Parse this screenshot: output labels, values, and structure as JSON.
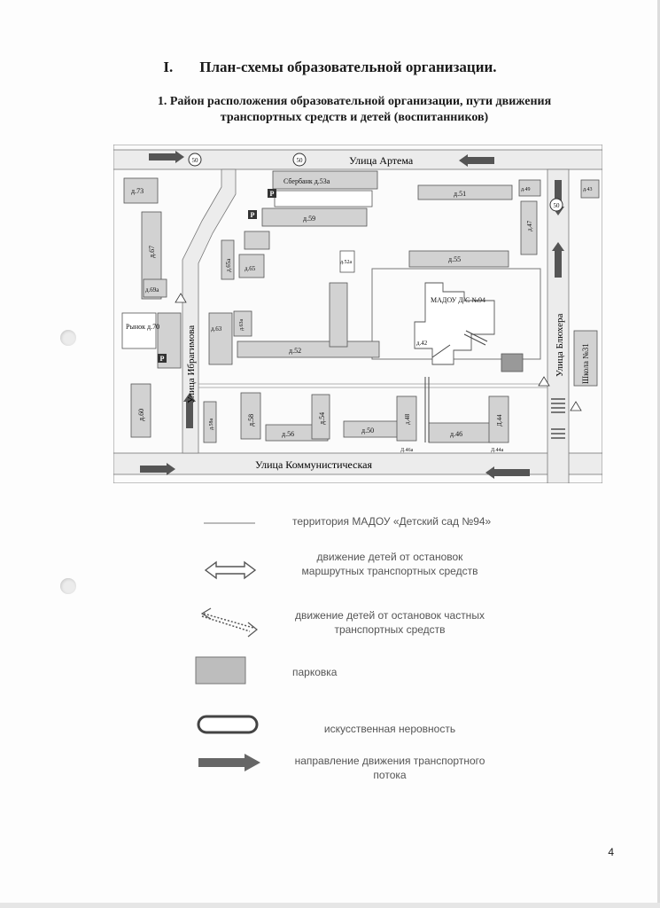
{
  "header": {
    "section_number": "I.",
    "section_title": "План-схемы образовательной организации.",
    "subtitle_line1": "1. Район расположения образовательной организации, пути движения",
    "subtitle_line2": "транспортных средств и детей (воспитанников)"
  },
  "map": {
    "streets": {
      "artema": "Улица Артема",
      "kommunisticheskaya": "Улица Коммунистическая",
      "ibragimova": "Улица Ибрагимова",
      "blyukhera": "Улица Блюхера"
    },
    "buildings": {
      "d73": "д.73",
      "d67": "д.67",
      "d69a": "д.69а",
      "market": "Рынок д.70",
      "d60": "д.60",
      "sberbank": "Сбербанк д.53а",
      "d59": "д.59",
      "d65a": "д.65а",
      "d65": "д.65",
      "d63": "д.63",
      "d63a": "д.63а",
      "d52a": "д.52а",
      "d52": "д.52",
      "d51": "д.51",
      "d49": "д.49",
      "d47": "д.47",
      "d43": "д.43",
      "d55": "д.55",
      "madou": "МАДОУ Д/С №94",
      "d42": "д.42",
      "school": "Школа №31",
      "d58a": "д.58а",
      "d58": "д.58",
      "d56": "д.56",
      "d54": "д.54",
      "d50": "д.50",
      "d48": "д.48",
      "d46": "д.46",
      "d46a": "Д.46а",
      "d44": "Д.44",
      "d44a": "Д.44а"
    },
    "signs": {
      "speed": "50",
      "parking": "P"
    }
  },
  "legend": [
    {
      "icon": "territory-line-icon",
      "text": "территория МАДОУ «Детский сад №94»"
    },
    {
      "icon": "double-arrow-solid-icon",
      "text": "движение детей от остановок маршрутных транспортных средств"
    },
    {
      "icon": "double-arrow-dotted-icon",
      "text": "движение детей от остановок частных транспортных средств"
    },
    {
      "icon": "parking-area-icon",
      "text": "парковка"
    },
    {
      "icon": "speed-bump-icon",
      "text": "искусственная неровность"
    },
    {
      "icon": "traffic-direction-arrow-icon",
      "text": "направление движения транспортного потока"
    }
  ],
  "page_number": "4",
  "colors": {
    "road": "#e9e9e9",
    "building": "#d0d0d0",
    "dark": "#555555",
    "arrow": "#6a6a6a"
  }
}
